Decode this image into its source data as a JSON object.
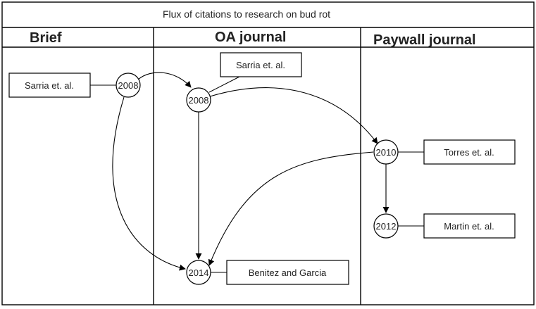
{
  "title": "Flux of citations to research on bud rot",
  "lanes": [
    {
      "id": "brief",
      "label": "Brief"
    },
    {
      "id": "oa",
      "label": "OA journal"
    },
    {
      "id": "paywall",
      "label": "Paywall journal"
    }
  ],
  "nodes": [
    {
      "id": "n2008a",
      "lane": "brief",
      "label": "2008"
    },
    {
      "id": "n2008b",
      "lane": "oa",
      "label": "2008"
    },
    {
      "id": "n2014",
      "lane": "oa",
      "label": "2014"
    },
    {
      "id": "n2010",
      "lane": "paywall",
      "label": "2010"
    },
    {
      "id": "n2012",
      "lane": "paywall",
      "label": "2012"
    }
  ],
  "authors": [
    {
      "id": "a1",
      "label": "Sarria et. al.",
      "node": "n2008a"
    },
    {
      "id": "a2",
      "label": "Sarria et. al.",
      "node": "n2008b"
    },
    {
      "id": "a3",
      "label": "Torres et. al.",
      "node": "n2010"
    },
    {
      "id": "a4",
      "label": "Martin et. al.",
      "node": "n2012"
    },
    {
      "id": "a5",
      "label": "Benitez and Garcia",
      "node": "n2014"
    }
  ],
  "edges": [
    {
      "from": "n2008a",
      "to": "n2008b"
    },
    {
      "from": "n2008a",
      "to": "n2014"
    },
    {
      "from": "n2008b",
      "to": "n2010"
    },
    {
      "from": "n2008b",
      "to": "n2014"
    },
    {
      "from": "n2010",
      "to": "n2014"
    },
    {
      "from": "n2010",
      "to": "n2012"
    }
  ]
}
